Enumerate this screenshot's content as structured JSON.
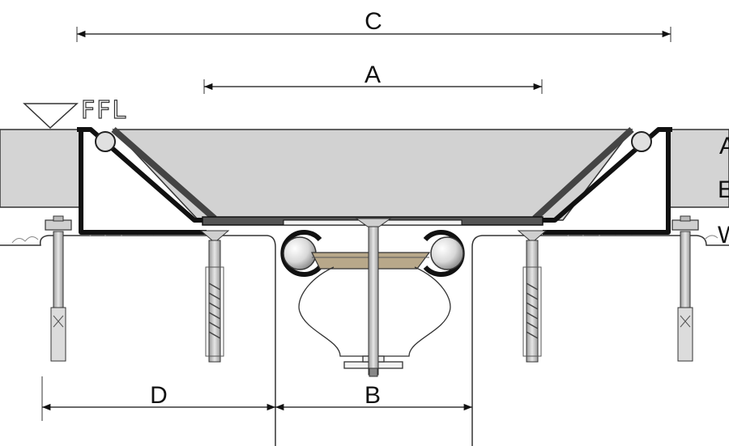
{
  "labels": {
    "c": "C",
    "a": "A",
    "d": "D",
    "b": "B",
    "ffl": "FFL",
    "right_edge_1": "A",
    "right_edge_2": "E",
    "right_edge_3": "W"
  },
  "colors": {
    "line": "#111111",
    "slab": "#d4d4d4",
    "insert": "#cfcfcf",
    "bolt": "#bdbdbd",
    "plate": "#b8a88a"
  }
}
